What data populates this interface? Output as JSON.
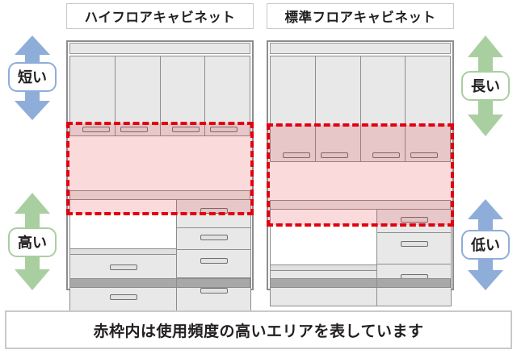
{
  "titles": {
    "left": "ハイフロアキャビネット",
    "right": "標準フロアキャビネット"
  },
  "arrows": {
    "left_top": {
      "label": "短い",
      "color": "#8fadd9",
      "direction": "double-vertical"
    },
    "left_bottom": {
      "label": "高い",
      "color": "#a9cfa0",
      "direction": "double-vertical"
    },
    "right_top": {
      "label": "長い",
      "color": "#a9cfa0",
      "direction": "double-vertical"
    },
    "right_bottom": {
      "label": "低い",
      "color": "#8fadd9",
      "direction": "double-vertical"
    }
  },
  "caption": "赤枠内は使用頻度の高いエリアを表しています",
  "colors": {
    "highlight_border": "#e3000f",
    "highlight_fill": "#f7cfd1",
    "cabinet_face": "#e8e8e8",
    "cabinet_outline": "#8d8d8d",
    "plinth": "#a8a8a8",
    "blue_arrow": "#8fadd9",
    "green_arrow": "#a9cfa0"
  },
  "cabinets": {
    "left": {
      "name": "ハイフロアキャビネット",
      "upper_doors": 4,
      "lower_left_column": [
        "open-space",
        "drawer",
        "drawer"
      ],
      "lower_right_column": [
        "drawer",
        "drawer",
        "drawer",
        "drawer"
      ],
      "highlight_note": "使用頻度の高いエリア"
    },
    "right": {
      "name": "標準フロアキャビネット",
      "upper_doors": 4,
      "lower_left_column": [
        "open-space",
        "drawer"
      ],
      "lower_right_column": [
        "drawer",
        "drawer",
        "drawer"
      ],
      "highlight_note": "使用頻度の高いエリア"
    }
  }
}
